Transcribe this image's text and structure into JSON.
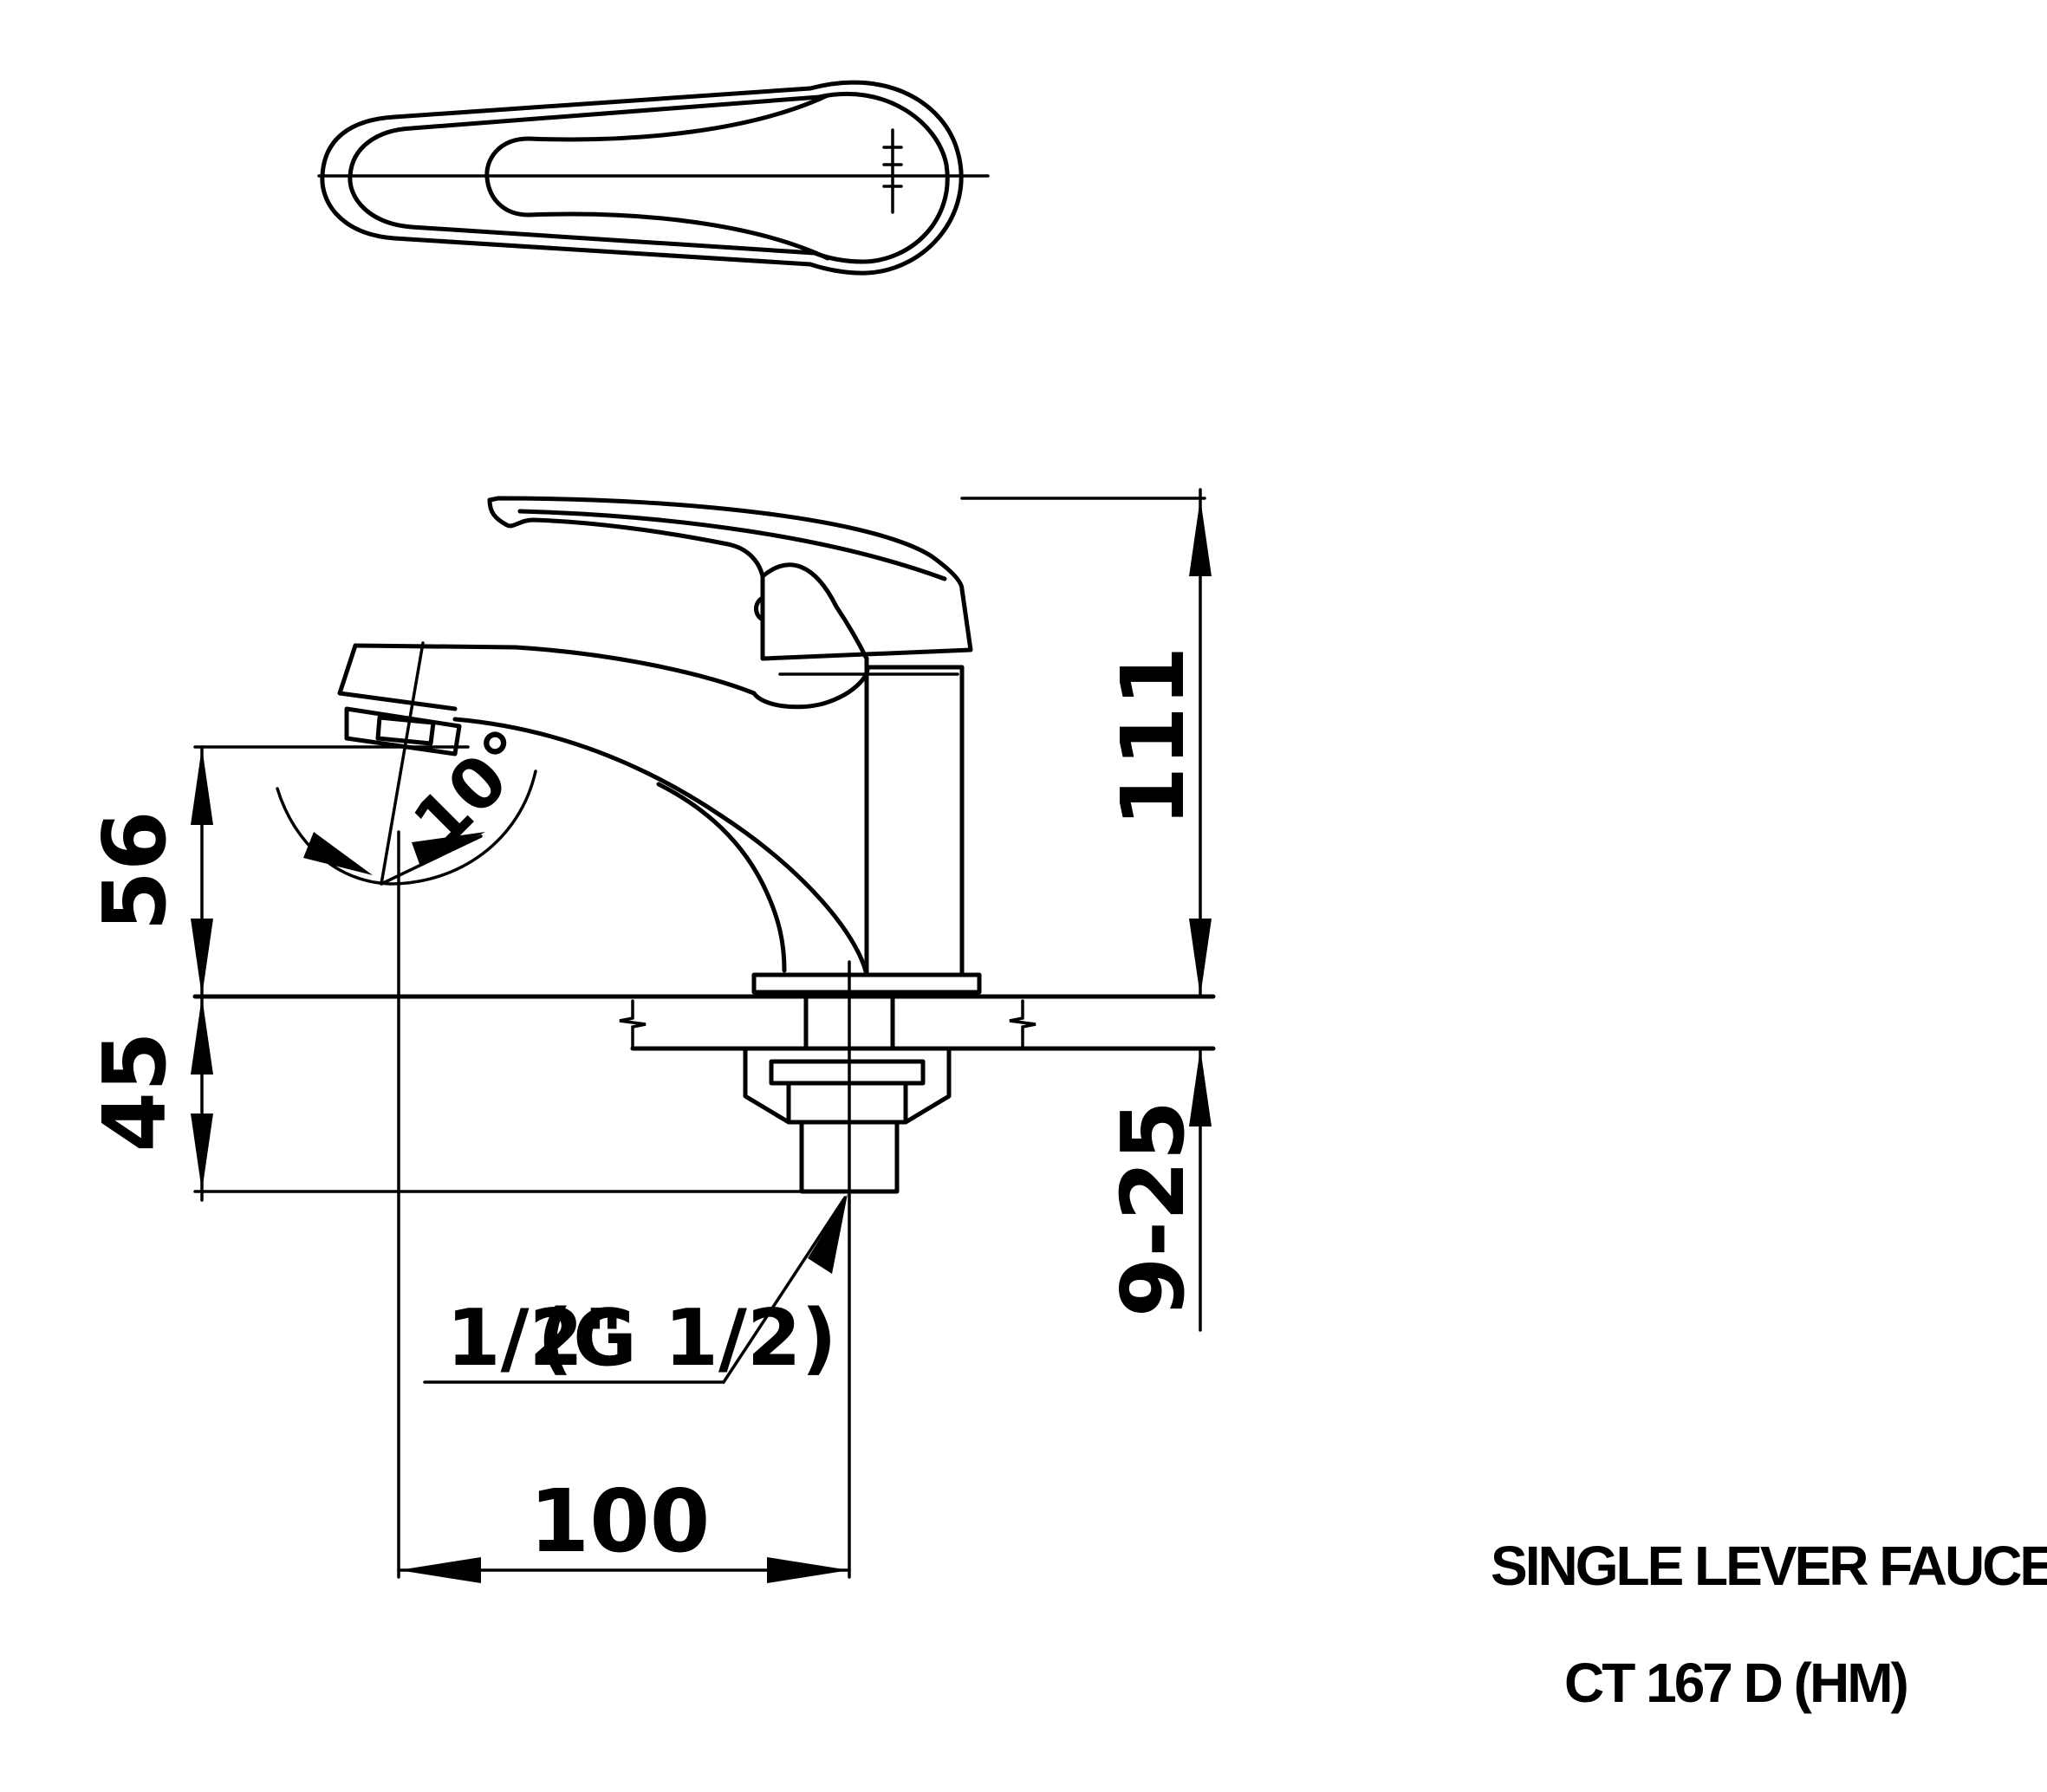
{
  "dimensions": {
    "height_total": "111",
    "spout_height": "56",
    "deck_to_thread": "45",
    "deck_thickness": "9-25",
    "reach": "100",
    "angle": "10°",
    "thread_part1": "1/2\"",
    "thread_part2": "(G 1/2)"
  },
  "title": {
    "line1": "SINGLE LEVER FAUCET",
    "line2": "CT 167 D (HM)"
  },
  "colors": {
    "ink": "#000000",
    "paper": "#ffffff"
  }
}
